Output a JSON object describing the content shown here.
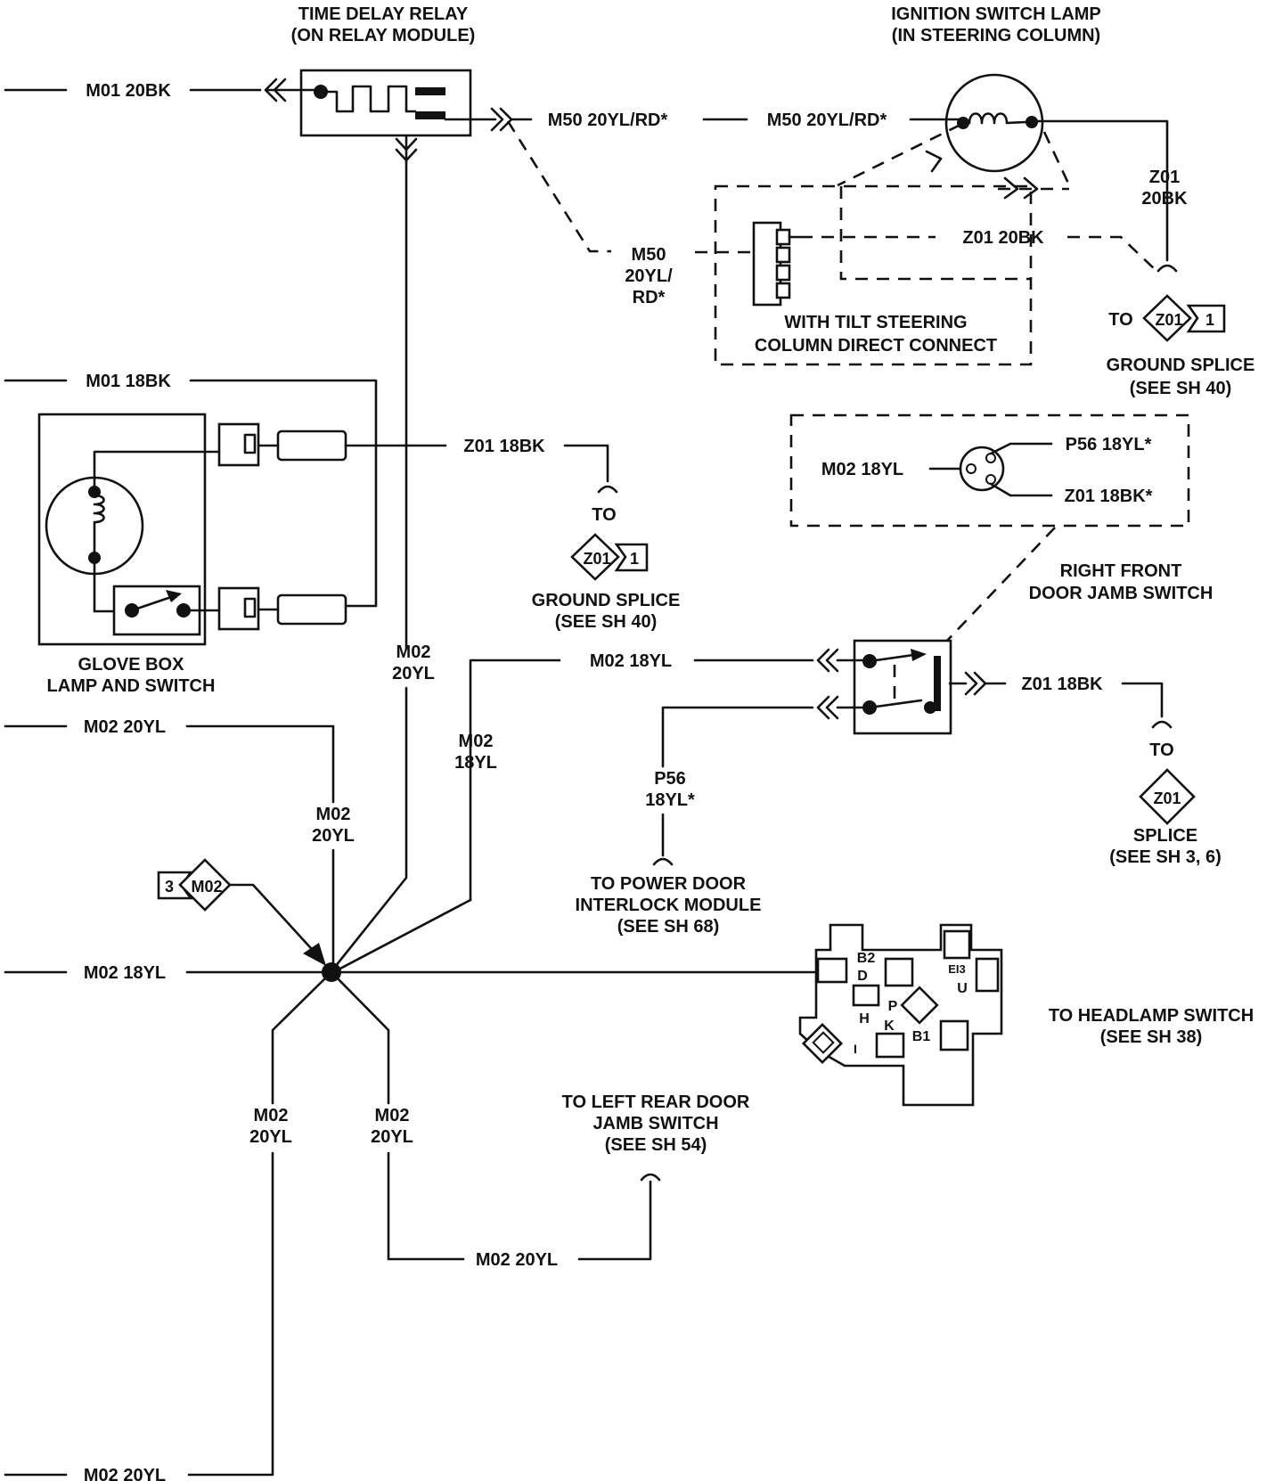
{
  "components": {
    "time_delay_relay": [
      "TIME DELAY RELAY",
      "(ON RELAY MODULE)"
    ],
    "ignition_switch_lamp": [
      "IGNITION SWITCH LAMP",
      "(IN STEERING COLUMN)"
    ],
    "tilt_column": [
      "WITH TILT STEERING",
      "COLUMN DIRECT CONNECT"
    ],
    "glove_box": [
      "GLOVE BOX",
      "LAMP AND SWITCH"
    ],
    "right_front_door": [
      "RIGHT FRONT",
      "DOOR JAMB SWITCH"
    ],
    "headlamp_pins": [
      "B2",
      "D",
      "EI3",
      "U",
      "P",
      "H",
      "K",
      "B1",
      "I"
    ]
  },
  "wires": {
    "m01_20bk": "M01 20BK",
    "m50_a": "M50 20YL/RD*",
    "m50_b": "M50 20YL/RD*",
    "m50_vert": [
      "M50",
      "20YL/",
      "RD*"
    ],
    "z01_20bk_vert": [
      "Z01",
      "20BK"
    ],
    "z01_20bk": "Z01 20BK",
    "m01_18bk": "M01 18BK",
    "z01_18bk_glove": "Z01 18BK",
    "m02_18yl_inset": "M02 18YL",
    "p56_inset": "P56 18YL*",
    "z01_inset": "Z01 18BK*",
    "m02_20yl_relay": [
      "M02",
      "20YL"
    ],
    "m02_18yl_door": "M02 18YL",
    "m02_18yl_vert": [
      "M02",
      "18YL"
    ],
    "z01_18bk_door": "Z01 18BK",
    "p56_vert": [
      "P56",
      "18YL*"
    ],
    "m02_20yl_left": "M02 20YL",
    "m02_20yl_vert_mid": [
      "M02",
      "20YL"
    ],
    "m02_18yl_main": "M02 18YL",
    "m02_20yl_low1": [
      "M02",
      "20YL"
    ],
    "m02_20yl_low2": [
      "M02",
      "20YL"
    ],
    "m02_20yl_bottom_h": "M02 20YL",
    "m02_20yl_bottom": "M02 20YL"
  },
  "connectors": {
    "z01": "Z01",
    "z01_num": "1",
    "m02": "M02",
    "m02_num": "3"
  },
  "destinations": {
    "to": "TO",
    "ground_splice_top": [
      "GROUND SPLICE",
      "(SEE SH 40)"
    ],
    "ground_splice_mid": [
      "GROUND SPLICE",
      "(SEE SH 40)"
    ],
    "splice": [
      "SPLICE",
      "(SEE SH 3, 6)"
    ],
    "power_door": [
      "TO POWER DOOR",
      "INTERLOCK MODULE",
      "(SEE SH 68)"
    ],
    "headlamp": [
      "TO HEADLAMP SWITCH",
      "(SEE SH 38)"
    ],
    "left_rear": [
      "TO LEFT REAR DOOR",
      "JAMB SWITCH",
      "(SEE SH 54)"
    ]
  }
}
